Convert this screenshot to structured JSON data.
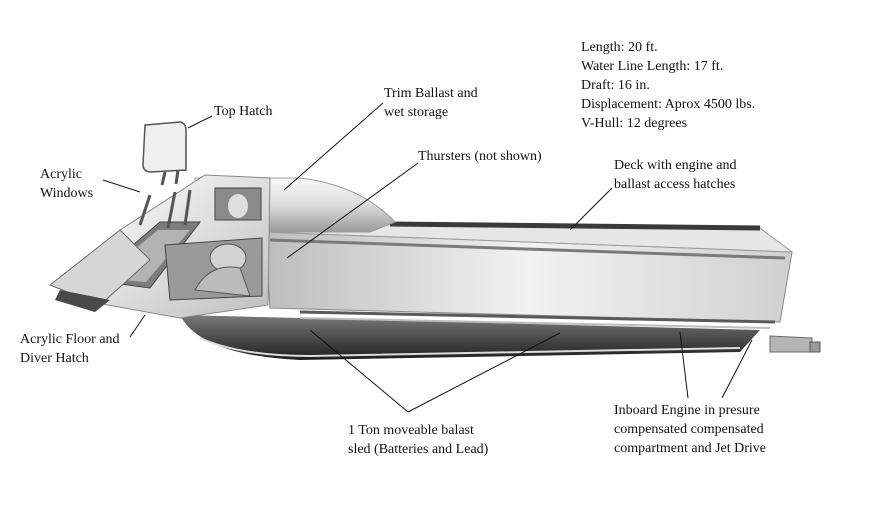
{
  "specs": [
    "Length: 20 ft.",
    "Water Line Length: 17 ft.",
    "Draft: 16 in.",
    "Displacement: Aprox 4500 lbs.",
    "V-Hull: 12 degrees"
  ],
  "labels": {
    "top_hatch": "Top Hatch",
    "trim_ballast_line1": "Trim Ballast and",
    "trim_ballast_line2": "wet storage",
    "acrylic_windows_line1": "Acrylic",
    "acrylic_windows_line2": "Windows",
    "thrusters": "Thursters (not shown)",
    "deck_line1": "Deck with engine and",
    "deck_line2": "ballast access hatches",
    "floor_line1": "Acrylic Floor and",
    "floor_line2": "Diver Hatch",
    "sled_line1": "1 Ton moveable balast",
    "sled_line2": "sled (Batteries and Lead)",
    "engine_line1": "Inboard Engine in presure",
    "engine_line2": "compensated compensated",
    "engine_line3": "compartment and Jet Drive"
  },
  "colors": {
    "hull_light": "#ececec",
    "hull_mid": "#c9c9c9",
    "hull_dark": "#6e6e6e",
    "keel_dark": "#2a2a2a",
    "leader_line": "#111111"
  }
}
